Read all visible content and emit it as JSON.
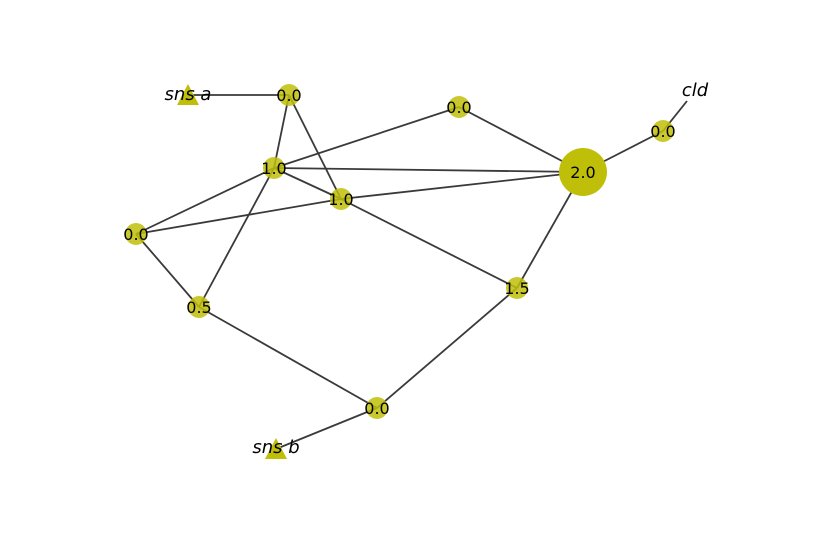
{
  "graph": {
    "node_color": "#bfbf00",
    "edge_color": "#3a3a3a",
    "nodes": [
      {
        "id": "n_top",
        "label": "0.0",
        "weight": 0.0
      },
      {
        "id": "n_topmid",
        "label": "0.0",
        "weight": 0.0
      },
      {
        "id": "n_cld",
        "label": "0.0",
        "weight": 0.0
      },
      {
        "id": "n_hub",
        "label": "2.0",
        "weight": 2.0
      },
      {
        "id": "n_a",
        "label": "1.0",
        "weight": 1.0
      },
      {
        "id": "n_b",
        "label": "1.0",
        "weight": 1.0
      },
      {
        "id": "n_left",
        "label": "0.0",
        "weight": 0.0
      },
      {
        "id": "n_mid",
        "label": "0.5",
        "weight": 0.5
      },
      {
        "id": "n_right",
        "label": "1.5",
        "weight": 1.5
      },
      {
        "id": "n_bottom",
        "label": "0.0",
        "weight": 0.0
      }
    ],
    "sensors": [
      {
        "id": "sns_a",
        "label": "sns a"
      },
      {
        "id": "sns_b",
        "label": "sns b"
      }
    ],
    "cloud": {
      "id": "cld",
      "label": "cld"
    }
  }
}
